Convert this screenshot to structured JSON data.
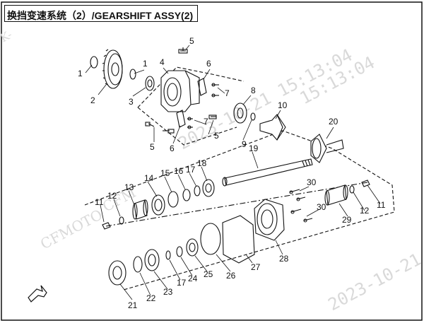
{
  "title": "换挡变速系统（2）/GEARSHIFT ASSY(2)",
  "watermark": {
    "brand": "CFMOTO",
    "brand_alt": "CFM",
    "timestamp": "2023-10-21 15:13:04",
    "timestamp_part": "15:13:04",
    "date_part": "2023-10-21",
    "edge_text": "K-"
  },
  "callouts": [
    "1",
    "1",
    "2",
    "3",
    "4",
    "5",
    "6",
    "7",
    "8",
    "10",
    "5",
    "7",
    "5",
    "6",
    "9",
    "19",
    "20",
    "14",
    "15",
    "16",
    "17",
    "18",
    "13",
    "12",
    "11",
    "30",
    "30",
    "12",
    "11",
    "29",
    "27",
    "28",
    "21",
    "22",
    "23",
    "17",
    "24",
    "25",
    "26"
  ],
  "colors": {
    "line": "#111111",
    "watermark": "#d9d9d9"
  }
}
